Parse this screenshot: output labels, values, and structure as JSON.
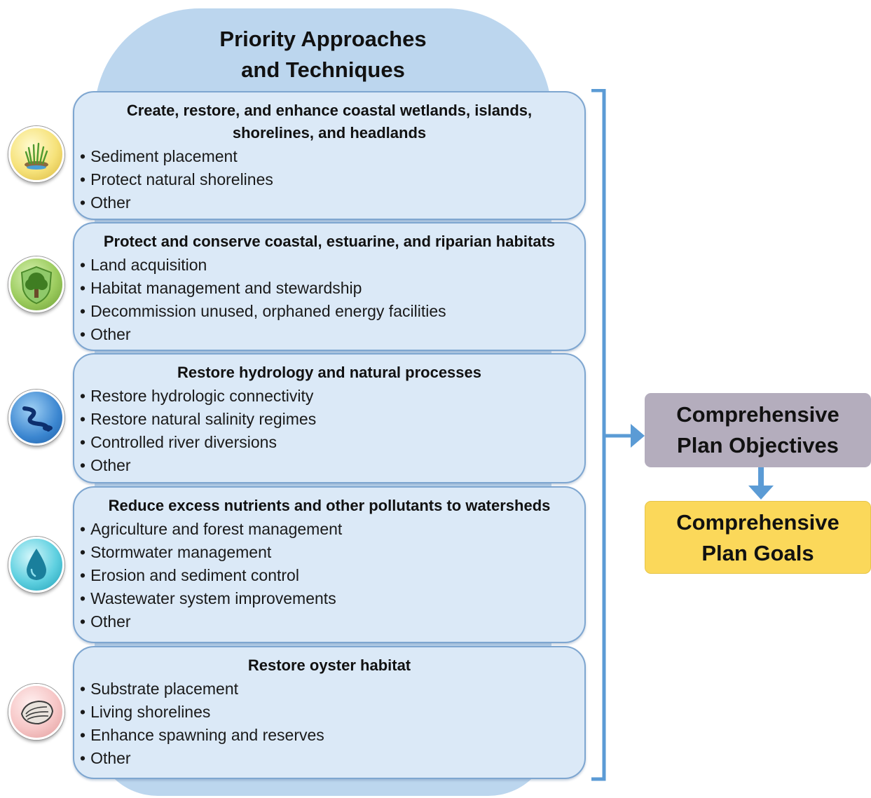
{
  "header": {
    "title_line1": "Priority Approaches",
    "title_line2": "and Techniques"
  },
  "sections": [
    {
      "title_line1": "Create, restore, and enhance coastal wetlands, islands,",
      "title_line2": "shorelines, and headlands",
      "icon": "wetland-grass-icon",
      "items": [
        "Sediment placement",
        "Protect natural shorelines",
        "Other"
      ]
    },
    {
      "title_line1": "Protect and conserve coastal, estuarine, and riparian habitats",
      "title_line2": "",
      "icon": "tree-shield-icon",
      "items": [
        "Land acquisition",
        "Habitat management and stewardship",
        "Decommission unused, orphaned energy facilities",
        "Other"
      ]
    },
    {
      "title_line1": "Restore hydrology and natural processes",
      "title_line2": "",
      "icon": "river-icon",
      "items": [
        "Restore hydrologic connectivity",
        "Restore natural salinity regimes",
        "Controlled river diversions",
        "Other"
      ]
    },
    {
      "title_line1": "Reduce excess nutrients and other pollutants to watersheds",
      "title_line2": "",
      "icon": "water-drop-icon",
      "items": [
        "Agriculture and forest management",
        "Stormwater management",
        "Erosion and sediment control",
        "Wastewater system improvements",
        "Other"
      ]
    },
    {
      "title_line1": "Restore oyster habitat",
      "title_line2": "",
      "icon": "oyster-icon",
      "items": [
        "Substrate placement",
        "Living shorelines",
        "Enhance spawning and reserves",
        "Other"
      ]
    }
  ],
  "objectives_box": {
    "line1": "Comprehensive",
    "line2": "Plan Objectives"
  },
  "goals_box": {
    "line1": "Comprehensive",
    "line2": "Plan Goals"
  },
  "colors": {
    "panel": "#bcd6ee",
    "section_fill": "#dbe9f7",
    "section_border": "#7ea6d0",
    "arrow": "#5b9bd5",
    "objectives_fill": "#b4adbd",
    "goals_fill": "#fbd85a"
  }
}
